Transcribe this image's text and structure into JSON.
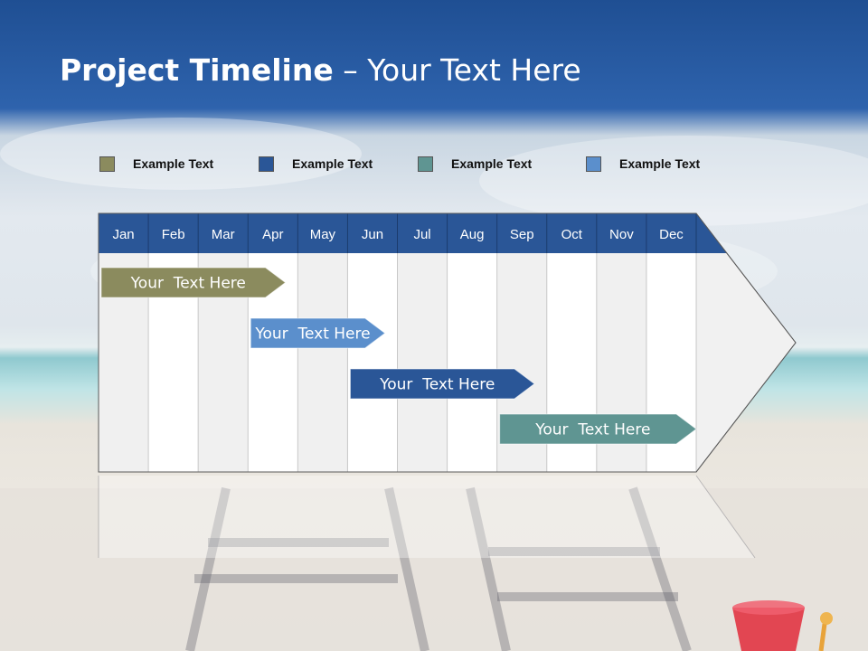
{
  "slide": {
    "title_bold": "Project Timeline",
    "title_rest": " – Your Text Here"
  },
  "legend": [
    {
      "label": "Example Text",
      "color": "#8b8b5e"
    },
    {
      "label": "Example Text",
      "color": "#2a5697"
    },
    {
      "label": "Example Text",
      "color": "#5f9592"
    },
    {
      "label": "Example Text",
      "color": "#5b8fcc"
    }
  ],
  "chart_data": {
    "type": "timeline",
    "months": [
      "Jan",
      "Feb",
      "Mar",
      "Apr",
      "May",
      "Jun",
      "Jul",
      "Aug",
      "Sep",
      "Oct",
      "Nov",
      "Dec"
    ],
    "tasks": [
      {
        "label": "Your  Text Here",
        "start": 0,
        "end": 3.75,
        "color": "#8b8b5e"
      },
      {
        "label": "Your  Text Here",
        "start": 3,
        "end": 5.75,
        "color": "#5b8fcc"
      },
      {
        "label": "Your  Text Here",
        "start": 5,
        "end": 8.75,
        "color": "#2a5697"
      },
      {
        "label": "Your  Text Here",
        "start": 8,
        "end": 12,
        "color": "#5f9592"
      }
    ],
    "header_color": "#2a5697"
  }
}
